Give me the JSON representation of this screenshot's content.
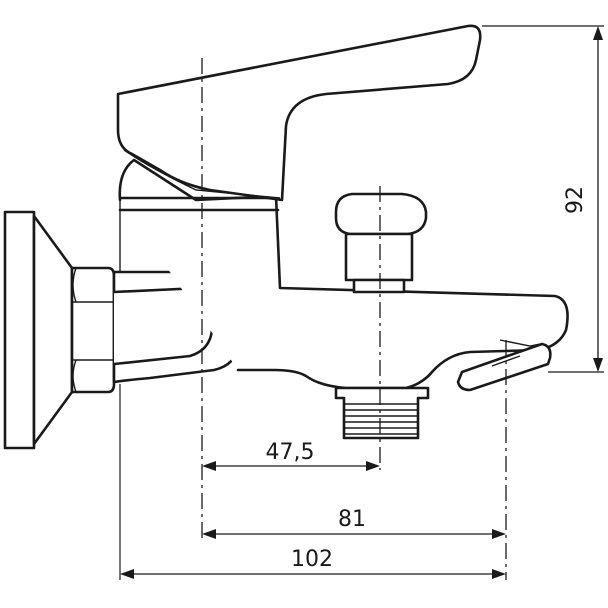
{
  "dimensions": {
    "spout_offset": "47,5",
    "outlet_offset": "81",
    "overall_depth": "102",
    "height": "92"
  }
}
